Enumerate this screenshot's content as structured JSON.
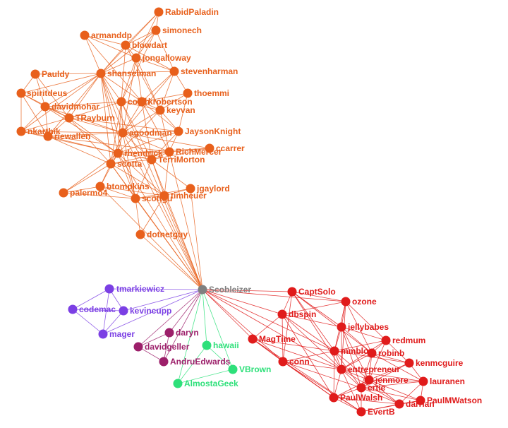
{
  "groups": {
    "orange": "#e8601c",
    "purple": "#7b3fe4",
    "magenta": "#9c1f6a",
    "green": "#2ee07a",
    "red": "#e01b1b",
    "gray": "#808080"
  },
  "nodes": [
    {
      "id": "RabidPaladin",
      "label": "RabidPaladin",
      "group": "orange"
    },
    {
      "id": "simonech",
      "label": "simonech",
      "group": "orange"
    },
    {
      "id": "armanddp",
      "label": "armanddp",
      "group": "orange"
    },
    {
      "id": "blowdart",
      "label": "blowdart",
      "group": "orange"
    },
    {
      "id": "jongalloway",
      "label": "jongalloway",
      "group": "orange"
    },
    {
      "id": "Pauldy",
      "label": "Pauldy",
      "group": "orange"
    },
    {
      "id": "shanselman",
      "label": "shanselman",
      "group": "orange"
    },
    {
      "id": "stevenharman",
      "label": "stevenharman",
      "group": "orange"
    },
    {
      "id": "spiritdeus",
      "label": "spiritdeus",
      "group": "orange"
    },
    {
      "id": "thoemmi",
      "label": "thoemmi",
      "group": "orange"
    },
    {
      "id": "davidmohar",
      "label": "davidmohar",
      "group": "orange"
    },
    {
      "id": "colsh",
      "label": "colsh",
      "group": "orange"
    },
    {
      "id": "krobertson",
      "label": "krobertson",
      "group": "orange"
    },
    {
      "id": "keyvan",
      "label": "keyvan",
      "group": "orange"
    },
    {
      "id": "TRayburn",
      "label": "TRayburn",
      "group": "orange"
    },
    {
      "id": "nkarthik",
      "label": "nkarthik",
      "group": "orange"
    },
    {
      "id": "riewallen",
      "label": "riewallen",
      "group": "orange"
    },
    {
      "id": "agoodman",
      "label": "agoodman",
      "group": "orange"
    },
    {
      "id": "JaysonKnight",
      "label": "JaysonKnight",
      "group": "orange"
    },
    {
      "id": "ccarrer",
      "label": "ccarrer",
      "group": "orange"
    },
    {
      "id": "RichMercer",
      "label": "RichMercer",
      "group": "orange"
    },
    {
      "id": "rhendrick",
      "label": "rhendrick",
      "group": "orange"
    },
    {
      "id": "TerriMorton",
      "label": "TerriMorton",
      "group": "orange"
    },
    {
      "id": "scotta",
      "label": "scotta",
      "group": "orange"
    },
    {
      "id": "btompkins",
      "label": "btompkins",
      "group": "orange"
    },
    {
      "id": "jgaylord",
      "label": "jgaylord",
      "group": "orange"
    },
    {
      "id": "palermo4",
      "label": "palermo4",
      "group": "orange"
    },
    {
      "id": "scottgu",
      "label": "scottgu",
      "group": "orange"
    },
    {
      "id": "timheuer",
      "label": "timheuer",
      "group": "orange"
    },
    {
      "id": "dotnetguy",
      "label": "dotnetguy",
      "group": "orange"
    },
    {
      "id": "Scobleizer",
      "label": "Scobleizer",
      "group": "gray"
    },
    {
      "id": "tmarkiewicz",
      "label": "tmarkiewicz",
      "group": "purple"
    },
    {
      "id": "codemac",
      "label": "codemac",
      "group": "purple"
    },
    {
      "id": "kevincupp",
      "label": "kevincupp",
      "group": "purple"
    },
    {
      "id": "mager",
      "label": "mager",
      "group": "purple"
    },
    {
      "id": "daryn",
      "label": "daryn",
      "group": "magenta"
    },
    {
      "id": "davidgeller",
      "label": "davidgeller",
      "group": "magenta"
    },
    {
      "id": "AndruEdwards",
      "label": "AndruEdwards",
      "group": "magenta"
    },
    {
      "id": "hawaii",
      "label": "hawaii",
      "group": "green"
    },
    {
      "id": "VBrown",
      "label": "VBrown",
      "group": "green"
    },
    {
      "id": "AlmostaGeek",
      "label": "AlmostaGeek",
      "group": "green"
    },
    {
      "id": "CaptSolo",
      "label": "CaptSolo",
      "group": "red"
    },
    {
      "id": "ozone",
      "label": "ozone",
      "group": "red"
    },
    {
      "id": "dbspin",
      "label": "dbspin",
      "group": "red"
    },
    {
      "id": "jellybabes",
      "label": "jellybabes",
      "group": "red"
    },
    {
      "id": "MagTime",
      "label": "MagTime",
      "group": "red"
    },
    {
      "id": "redmum",
      "label": "redmum",
      "group": "red"
    },
    {
      "id": "mmblog",
      "label": "mmblog",
      "group": "red"
    },
    {
      "id": "robinb",
      "label": "robinb",
      "group": "red"
    },
    {
      "id": "conn",
      "label": "conn",
      "group": "red"
    },
    {
      "id": "kenmcguire",
      "label": "kenmcguire",
      "group": "red"
    },
    {
      "id": "entrepreneur",
      "label": "entrepreneur",
      "group": "red"
    },
    {
      "id": "jenmore",
      "label": "jenmore",
      "group": "red"
    },
    {
      "id": "lauranen",
      "label": "lauranen",
      "group": "red"
    },
    {
      "id": "ertie",
      "label": "ertie",
      "group": "red"
    },
    {
      "id": "PaulWalsh",
      "label": "PaulWalsh",
      "group": "red"
    },
    {
      "id": "darrian",
      "label": "darrian",
      "group": "red"
    },
    {
      "id": "PaulMWatson",
      "label": "PaulMWatson",
      "group": "red"
    },
    {
      "id": "EvertB",
      "label": "EvertB",
      "group": "red"
    }
  ],
  "edges": [
    [
      "RabidPaladin",
      "simonech"
    ],
    [
      "RabidPaladin",
      "jongalloway"
    ],
    [
      "RabidPaladin",
      "shanselman"
    ],
    [
      "RabidPaladin",
      "blowdart"
    ],
    [
      "simonech",
      "blowdart"
    ],
    [
      "simonech",
      "jongalloway"
    ],
    [
      "simonech",
      "shanselman"
    ],
    [
      "simonech",
      "stevenharman"
    ],
    [
      "simonech",
      "colsh"
    ],
    [
      "armanddp",
      "blowdart"
    ],
    [
      "armanddp",
      "shanselman"
    ],
    [
      "armanddp",
      "jongalloway"
    ],
    [
      "armanddp",
      "krobertson"
    ],
    [
      "blowdart",
      "jongalloway"
    ],
    [
      "blowdart",
      "shanselman"
    ],
    [
      "blowdart",
      "stevenharman"
    ],
    [
      "blowdart",
      "colsh"
    ],
    [
      "blowdart",
      "keyvan"
    ],
    [
      "jongalloway",
      "shanselman"
    ],
    [
      "jongalloway",
      "stevenharman"
    ],
    [
      "jongalloway",
      "krobertson"
    ],
    [
      "jongalloway",
      "colsh"
    ],
    [
      "jongalloway",
      "keyvan"
    ],
    [
      "jongalloway",
      "agoodman"
    ],
    [
      "Pauldy",
      "shanselman"
    ],
    [
      "Pauldy",
      "spiritdeus"
    ],
    [
      "Pauldy",
      "davidmohar"
    ],
    [
      "Pauldy",
      "TRayburn"
    ],
    [
      "shanselman",
      "stevenharman"
    ],
    [
      "shanselman",
      "spiritdeus"
    ],
    [
      "shanselman",
      "davidmohar"
    ],
    [
      "shanselman",
      "colsh"
    ],
    [
      "shanselman",
      "krobertson"
    ],
    [
      "shanselman",
      "TRayburn"
    ],
    [
      "shanselman",
      "agoodman"
    ],
    [
      "shanselman",
      "rhendrick"
    ],
    [
      "shanselman",
      "scotta"
    ],
    [
      "shanselman",
      "scottgu"
    ],
    [
      "shanselman",
      "nkarthik"
    ],
    [
      "shanselman",
      "riewallen"
    ],
    [
      "stevenharman",
      "krobertson"
    ],
    [
      "stevenharman",
      "keyvan"
    ],
    [
      "stevenharman",
      "thoemmi"
    ],
    [
      "stevenharman",
      "agoodman"
    ],
    [
      "spiritdeus",
      "davidmohar"
    ],
    [
      "spiritdeus",
      "nkarthik"
    ],
    [
      "spiritdeus",
      "riewallen"
    ],
    [
      "spiritdeus",
      "TRayburn"
    ],
    [
      "thoemmi",
      "krobertson"
    ],
    [
      "thoemmi",
      "keyvan"
    ],
    [
      "thoemmi",
      "JaysonKnight"
    ],
    [
      "davidmohar",
      "TRayburn"
    ],
    [
      "davidmohar",
      "colsh"
    ],
    [
      "davidmohar",
      "riewallen"
    ],
    [
      "davidmohar",
      "nkarthik"
    ],
    [
      "davidmohar",
      "agoodman"
    ],
    [
      "davidmohar",
      "rhendrick"
    ],
    [
      "colsh",
      "krobertson"
    ],
    [
      "colsh",
      "keyvan"
    ],
    [
      "colsh",
      "agoodman"
    ],
    [
      "colsh",
      "rhendrick"
    ],
    [
      "colsh",
      "scotta"
    ],
    [
      "colsh",
      "TRayburn"
    ],
    [
      "colsh",
      "TerriMorton"
    ],
    [
      "krobertson",
      "keyvan"
    ],
    [
      "krobertson",
      "agoodman"
    ],
    [
      "krobertson",
      "JaysonKnight"
    ],
    [
      "krobertson",
      "RichMercer"
    ],
    [
      "krobertson",
      "TerriMorton"
    ],
    [
      "keyvan",
      "agoodman"
    ],
    [
      "keyvan",
      "JaysonKnight"
    ],
    [
      "keyvan",
      "RichMercer"
    ],
    [
      "keyvan",
      "rhendrick"
    ],
    [
      "TRayburn",
      "riewallen"
    ],
    [
      "TRayburn",
      "nkarthik"
    ],
    [
      "TRayburn",
      "agoodman"
    ],
    [
      "TRayburn",
      "rhendrick"
    ],
    [
      "TRayburn",
      "scotta"
    ],
    [
      "TRayburn",
      "JaysonKnight"
    ],
    [
      "nkarthik",
      "riewallen"
    ],
    [
      "nkarthik",
      "agoodman"
    ],
    [
      "nkarthik",
      "rhendrick"
    ],
    [
      "riewallen",
      "agoodman"
    ],
    [
      "riewallen",
      "rhendrick"
    ],
    [
      "riewallen",
      "scotta"
    ],
    [
      "riewallen",
      "RichMercer"
    ],
    [
      "agoodman",
      "JaysonKnight"
    ],
    [
      "agoodman",
      "RichMercer"
    ],
    [
      "agoodman",
      "rhendrick"
    ],
    [
      "agoodman",
      "TerriMorton"
    ],
    [
      "agoodman",
      "scotta"
    ],
    [
      "agoodman",
      "ccarrer"
    ],
    [
      "agoodman",
      "scottgu"
    ],
    [
      "JaysonKnight",
      "RichMercer"
    ],
    [
      "JaysonKnight",
      "TerriMorton"
    ],
    [
      "JaysonKnight",
      "rhendrick"
    ],
    [
      "ccarrer",
      "RichMercer"
    ],
    [
      "ccarrer",
      "TerriMorton"
    ],
    [
      "ccarrer",
      "rhendrick"
    ],
    [
      "RichMercer",
      "TerriMorton"
    ],
    [
      "RichMercer",
      "rhendrick"
    ],
    [
      "RichMercer",
      "scotta"
    ],
    [
      "RichMercer",
      "timheuer"
    ],
    [
      "rhendrick",
      "TerriMorton"
    ],
    [
      "rhendrick",
      "scotta"
    ],
    [
      "rhendrick",
      "btompkins"
    ],
    [
      "rhendrick",
      "scottgu"
    ],
    [
      "rhendrick",
      "timheuer"
    ],
    [
      "rhendrick",
      "palermo4"
    ],
    [
      "TerriMorton",
      "scotta"
    ],
    [
      "TerriMorton",
      "scottgu"
    ],
    [
      "TerriMorton",
      "timheuer"
    ],
    [
      "TerriMorton",
      "jgaylord"
    ],
    [
      "scotta",
      "btompkins"
    ],
    [
      "scotta",
      "scottgu"
    ],
    [
      "scotta",
      "palermo4"
    ],
    [
      "scotta",
      "timheuer"
    ],
    [
      "btompkins",
      "scottgu"
    ],
    [
      "btompkins",
      "palermo4"
    ],
    [
      "btompkins",
      "timheuer"
    ],
    [
      "jgaylord",
      "timheuer"
    ],
    [
      "jgaylord",
      "scottgu"
    ],
    [
      "palermo4",
      "scottgu"
    ],
    [
      "scottgu",
      "timheuer"
    ],
    [
      "scottgu",
      "dotnetguy"
    ],
    [
      "timheuer",
      "dotnetguy"
    ],
    [
      "Scobleizer",
      "dotnetguy"
    ],
    [
      "Scobleizer",
      "scottgu"
    ],
    [
      "Scobleizer",
      "timheuer"
    ],
    [
      "Scobleizer",
      "jgaylord"
    ],
    [
      "Scobleizer",
      "scotta"
    ],
    [
      "Scobleizer",
      "rhendrick"
    ],
    [
      "Scobleizer",
      "TerriMorton"
    ],
    [
      "Scobleizer",
      "shanselman"
    ],
    [
      "Scobleizer",
      "agoodman"
    ],
    [
      "Scobleizer",
      "RichMercer"
    ],
    [
      "Scobleizer",
      "btompkins"
    ],
    [
      "Scobleizer",
      "colsh"
    ],
    [
      "Scobleizer",
      "tmarkiewicz"
    ],
    [
      "Scobleizer",
      "kevincupp"
    ],
    [
      "Scobleizer",
      "mager"
    ],
    [
      "Scobleizer",
      "daryn"
    ],
    [
      "Scobleizer",
      "davidgeller"
    ],
    [
      "Scobleizer",
      "AndruEdwards"
    ],
    [
      "Scobleizer",
      "hawaii"
    ],
    [
      "Scobleizer",
      "VBrown"
    ],
    [
      "Scobleizer",
      "AlmostaGeek"
    ],
    [
      "Scobleizer",
      "CaptSolo"
    ],
    [
      "Scobleizer",
      "dbspin"
    ],
    [
      "Scobleizer",
      "MagTime"
    ],
    [
      "Scobleizer",
      "conn"
    ],
    [
      "Scobleizer",
      "mmblog"
    ],
    [
      "Scobleizer",
      "entrepreneur"
    ],
    [
      "Scobleizer",
      "ozone"
    ],
    [
      "tmarkiewicz",
      "codemac"
    ],
    [
      "tmarkiewicz",
      "kevincupp"
    ],
    [
      "tmarkiewicz",
      "mager"
    ],
    [
      "codemac",
      "kevincupp"
    ],
    [
      "codemac",
      "mager"
    ],
    [
      "kevincupp",
      "mager"
    ],
    [
      "daryn",
      "davidgeller"
    ],
    [
      "daryn",
      "AndruEdwards"
    ],
    [
      "davidgeller",
      "AndruEdwards"
    ],
    [
      "hawaii",
      "VBrown"
    ],
    [
      "hawaii",
      "AlmostaGeek"
    ],
    [
      "VBrown",
      "AlmostaGeek"
    ],
    [
      "CaptSolo",
      "ozone"
    ],
    [
      "CaptSolo",
      "dbspin"
    ],
    [
      "CaptSolo",
      "jellybabes"
    ],
    [
      "CaptSolo",
      "mmblog"
    ],
    [
      "CaptSolo",
      "entrepreneur"
    ],
    [
      "CaptSolo",
      "conn"
    ],
    [
      "CaptSolo",
      "robinb"
    ],
    [
      "ozone",
      "dbspin"
    ],
    [
      "ozone",
      "jellybabes"
    ],
    [
      "ozone",
      "mmblog"
    ],
    [
      "ozone",
      "redmum"
    ],
    [
      "ozone",
      "robinb"
    ],
    [
      "ozone",
      "entrepreneur"
    ],
    [
      "dbspin",
      "jellybabes"
    ],
    [
      "dbspin",
      "mmblog"
    ],
    [
      "dbspin",
      "conn"
    ],
    [
      "dbspin",
      "entrepreneur"
    ],
    [
      "dbspin",
      "MagTime"
    ],
    [
      "dbspin",
      "PaulWalsh"
    ],
    [
      "jellybabes",
      "mmblog"
    ],
    [
      "jellybabes",
      "redmum"
    ],
    [
      "jellybabes",
      "robinb"
    ],
    [
      "jellybabes",
      "entrepreneur"
    ],
    [
      "jellybabes",
      "jenmore"
    ],
    [
      "jellybabes",
      "ertie"
    ],
    [
      "MagTime",
      "conn"
    ],
    [
      "MagTime",
      "mmblog"
    ],
    [
      "MagTime",
      "entrepreneur"
    ],
    [
      "MagTime",
      "PaulWalsh"
    ],
    [
      "MagTime",
      "EvertB"
    ],
    [
      "redmum",
      "robinb"
    ],
    [
      "redmum",
      "mmblog"
    ],
    [
      "redmum",
      "kenmcguire"
    ],
    [
      "redmum",
      "jenmore"
    ],
    [
      "redmum",
      "entrepreneur"
    ],
    [
      "mmblog",
      "robinb"
    ],
    [
      "mmblog",
      "entrepreneur"
    ],
    [
      "mmblog",
      "jenmore"
    ],
    [
      "mmblog",
      "ertie"
    ],
    [
      "mmblog",
      "conn"
    ],
    [
      "mmblog",
      "PaulWalsh"
    ],
    [
      "mmblog",
      "kenmcguire"
    ],
    [
      "robinb",
      "kenmcguire"
    ],
    [
      "robinb",
      "entrepreneur"
    ],
    [
      "robinb",
      "jenmore"
    ],
    [
      "robinb",
      "lauranen"
    ],
    [
      "robinb",
      "ertie"
    ],
    [
      "conn",
      "entrepreneur"
    ],
    [
      "conn",
      "PaulWalsh"
    ],
    [
      "conn",
      "ertie"
    ],
    [
      "conn",
      "EvertB"
    ],
    [
      "kenmcguire",
      "lauranen"
    ],
    [
      "kenmcguire",
      "jenmore"
    ],
    [
      "kenmcguire",
      "ertie"
    ],
    [
      "entrepreneur",
      "jenmore"
    ],
    [
      "entrepreneur",
      "ertie"
    ],
    [
      "entrepreneur",
      "PaulWalsh"
    ],
    [
      "entrepreneur",
      "darrian"
    ],
    [
      "entrepreneur",
      "EvertB"
    ],
    [
      "entrepreneur",
      "lauranen"
    ],
    [
      "jenmore",
      "ertie"
    ],
    [
      "jenmore",
      "lauranen"
    ],
    [
      "jenmore",
      "darrian"
    ],
    [
      "jenmore",
      "PaulMWatson"
    ],
    [
      "jenmore",
      "PaulWalsh"
    ],
    [
      "lauranen",
      "PaulMWatson"
    ],
    [
      "lauranen",
      "darrian"
    ],
    [
      "lauranen",
      "ertie"
    ],
    [
      "ertie",
      "PaulWalsh"
    ],
    [
      "ertie",
      "darrian"
    ],
    [
      "ertie",
      "EvertB"
    ],
    [
      "ertie",
      "PaulMWatson"
    ],
    [
      "PaulWalsh",
      "EvertB"
    ],
    [
      "PaulWalsh",
      "darrian"
    ],
    [
      "darrian",
      "PaulMWatson"
    ],
    [
      "darrian",
      "EvertB"
    ],
    [
      "PaulMWatson",
      "EvertB"
    ]
  ]
}
